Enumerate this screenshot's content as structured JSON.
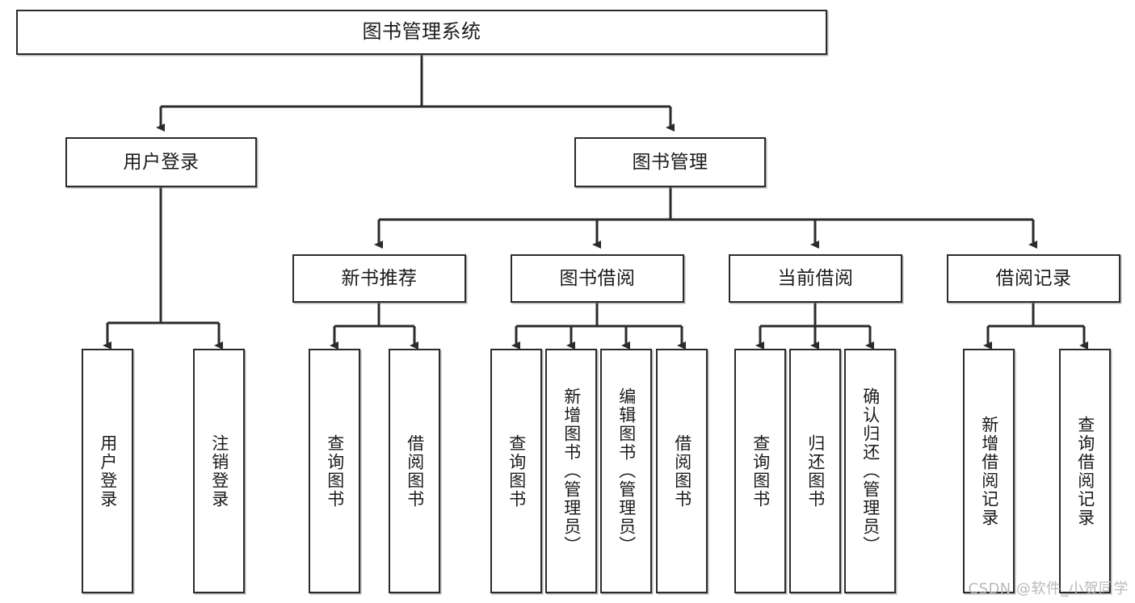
{
  "diagram": {
    "title": "图书管理系统",
    "type": "tree-hierarchy-chart",
    "stroke_color": "#2b2b2b",
    "fill_color": "#ffffff",
    "text_color": "#1b1b1b"
  },
  "root": {
    "label": "图书管理系统"
  },
  "level2": [
    {
      "label": "用户登录"
    },
    {
      "label": "图书管理"
    }
  ],
  "level3": [
    {
      "label": "新书推荐"
    },
    {
      "label": "图书借阅"
    },
    {
      "label": "当前借阅"
    },
    {
      "label": "借阅记录"
    }
  ],
  "leaves": {
    "user_login": [
      {
        "label": "用户登录"
      },
      {
        "label": "注销登录"
      }
    ],
    "new_book_recommend": [
      {
        "label": "查询图书"
      },
      {
        "label": "借阅图书"
      }
    ],
    "book_borrow": [
      {
        "label": "查询图书"
      },
      {
        "label": "新增图书（管理员）"
      },
      {
        "label": "编辑图书（管理员）"
      },
      {
        "label": "借阅图书"
      }
    ],
    "current_borrow": [
      {
        "label": "查询图书"
      },
      {
        "label": "归还图书"
      },
      {
        "label": "确认归还（管理员）"
      }
    ],
    "borrow_record": [
      {
        "label": "新增借阅记录"
      },
      {
        "label": "查询借阅记录"
      }
    ]
  },
  "watermark": {
    "text": "CSDN @软件_小贺同学"
  }
}
